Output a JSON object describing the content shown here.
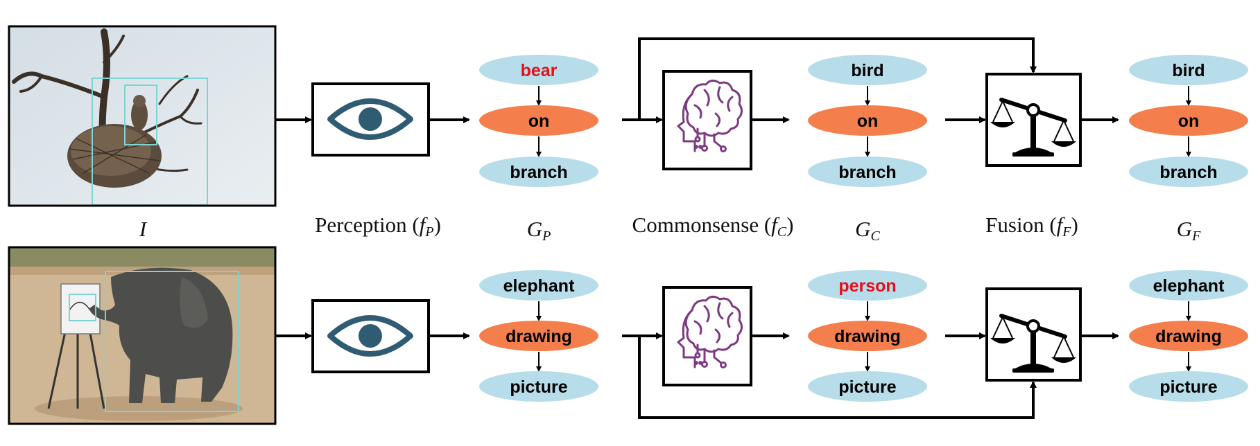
{
  "colors": {
    "subject_fill": "#b6dde9",
    "predicate_fill": "#f47f4c",
    "highlight_text": "#e5101b",
    "eye": "#2f5c72",
    "brain": "#7c3a80",
    "bbox": "#7fd3d3"
  },
  "labels": {
    "image": "I",
    "perception": "Perception (",
    "perception_fn": "f",
    "perception_sub": "P",
    "gp": "G",
    "gp_sub": "P",
    "commonsense": "Commonsense (",
    "commonsense_fn": "f",
    "commonsense_sub": "C",
    "gc": "G",
    "gc_sub": "C",
    "fusion": "Fusion (",
    "fusion_fn": "f",
    "fusion_sub": "F",
    "gf": "G",
    "gf_sub": "F",
    "close_paren": ")"
  },
  "rows": [
    {
      "image_desc": "owl-on-branch-photo",
      "gp": {
        "subject": "bear",
        "predicate": "on",
        "object": "branch",
        "highlight": "subject"
      },
      "gc": {
        "subject": "bird",
        "predicate": "on",
        "object": "branch",
        "highlight": ""
      },
      "gf": {
        "subject": "bird",
        "predicate": "on",
        "object": "branch",
        "highlight": ""
      }
    },
    {
      "image_desc": "elephant-painting-photo",
      "gp": {
        "subject": "elephant",
        "predicate": "drawing",
        "object": "picture",
        "highlight": ""
      },
      "gc": {
        "subject": "person",
        "predicate": "drawing",
        "object": "picture",
        "highlight": "subject"
      },
      "gf": {
        "subject": "elephant",
        "predicate": "drawing",
        "object": "picture",
        "highlight": ""
      }
    }
  ]
}
